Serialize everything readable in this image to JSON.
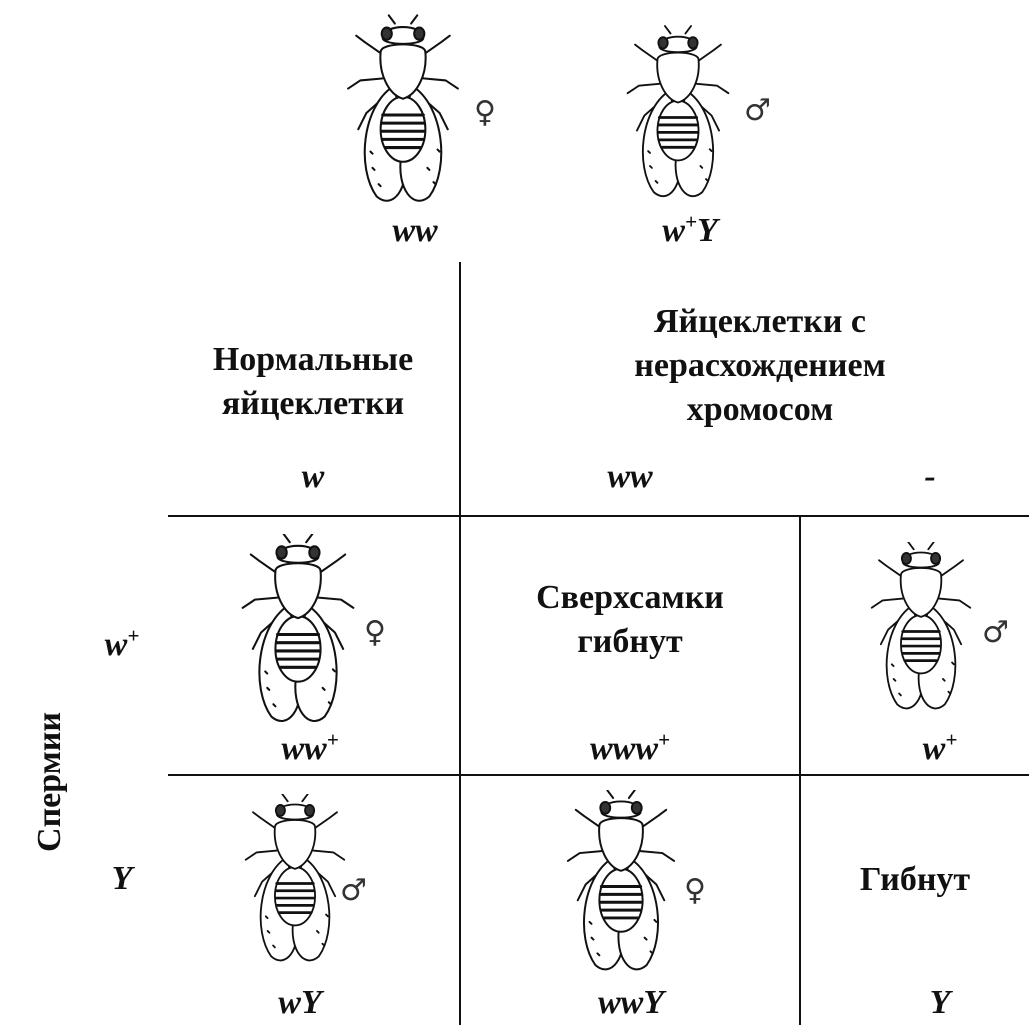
{
  "parents": {
    "female": {
      "genotype_base": "ww",
      "genotype_sup": "",
      "genotype_tail": "",
      "sex_symbol": "♀"
    },
    "male": {
      "genotype_base": "w",
      "genotype_sup": "+",
      "genotype_tail": "Y",
      "sex_symbol": "♂"
    }
  },
  "eggs": {
    "normal_heading_lines": [
      "Нормальные",
      "яйцеклетки"
    ],
    "nondisjunction_heading_lines": [
      "Яйцеклетки с",
      "нерасхождением",
      "хромосом"
    ],
    "normal_genotype": "w",
    "nondisjunction_genotype": "ww",
    "nullo_genotype": "-"
  },
  "sperm": {
    "axis_label": "Спермии",
    "row1": {
      "base": "w",
      "sup": "+"
    },
    "row2": {
      "base": "Y"
    }
  },
  "cells": {
    "r1c1": {
      "genotype_base": "ww",
      "genotype_sup": "+",
      "sex_symbol": "♀"
    },
    "r1c2": {
      "text_lines": [
        "Сверхсамки",
        "гибнут"
      ],
      "genotype_base": "www",
      "genotype_sup": "+"
    },
    "r1c3": {
      "genotype_base": "w",
      "genotype_sup": "+",
      "sex_symbol": "♂"
    },
    "r2c1": {
      "genotype_base": "wY",
      "sex_symbol": "♂"
    },
    "r2c2": {
      "genotype_base": "wwY",
      "sex_symbol": "♀"
    },
    "r2c3": {
      "text": "Гибнут",
      "genotype_base": "Y"
    }
  }
}
